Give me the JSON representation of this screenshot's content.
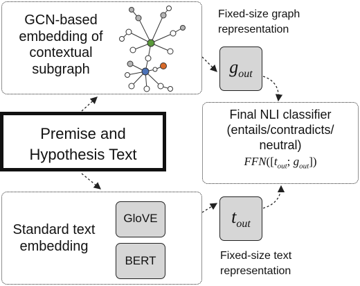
{
  "gcn_box": {
    "line1": "GCN-based",
    "line2": "embedding of",
    "line3": "contextual",
    "line4": "subgraph"
  },
  "graph_caption": {
    "line1": "Fixed-size graph",
    "line2": "representation"
  },
  "g_out": {
    "base": "g",
    "sub": "out"
  },
  "premise_box": {
    "line1": "Premise and",
    "line2": "Hypothesis Text"
  },
  "classifier": {
    "line1": "Final NLI classifier",
    "line2": "(entails/contradicts/",
    "line3": "neutral)",
    "formula": {
      "func": "FFN",
      "open": "([",
      "t_base": "t",
      "t_sub": "out",
      "sep": "; ",
      "g_base": "g",
      "g_sub": "out",
      "close": "])"
    }
  },
  "text_box": {
    "line1": "Standard text",
    "line2": "embedding"
  },
  "glove": {
    "label": "GloVE"
  },
  "bert": {
    "label": "BERT"
  },
  "t_out": {
    "base": "t",
    "sub": "out"
  },
  "text_caption": {
    "line1": "Fixed-size text",
    "line2": "representation"
  },
  "colors": {
    "green_node": "#5a9a3a",
    "blue_node": "#4b72b8",
    "orange_node": "#d86a2a",
    "gray_node": "#b5b5b5",
    "grey_box": "#d6d6d6"
  }
}
